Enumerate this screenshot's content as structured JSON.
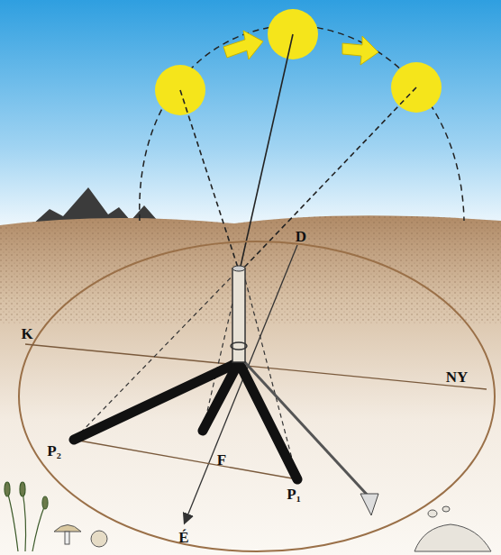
{
  "diagram": {
    "labels": [
      "D",
      "K",
      "NY",
      "P₂",
      "F",
      "P₁",
      "É"
    ]
  }
}
